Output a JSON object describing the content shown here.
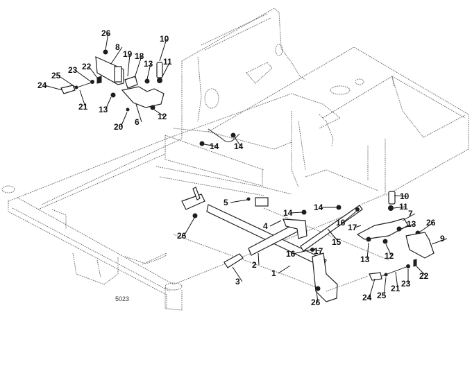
{
  "diagram": {
    "type": "exploded parts diagram",
    "figure_code": "5023",
    "callouts": [
      {
        "id": "c26a",
        "label": "26",
        "group": "left-control-bracket"
      },
      {
        "id": "c8",
        "label": "8",
        "group": "left-control-bracket"
      },
      {
        "id": "c10a",
        "label": "10",
        "group": "left-control-bracket"
      },
      {
        "id": "c19",
        "label": "19",
        "group": "left-control-bracket"
      },
      {
        "id": "c18",
        "label": "18",
        "group": "left-control-bracket"
      },
      {
        "id": "c13a",
        "label": "13",
        "group": "left-control-bracket"
      },
      {
        "id": "c11a",
        "label": "11",
        "group": "left-control-bracket"
      },
      {
        "id": "c23a",
        "label": "23",
        "group": "left-control-bracket"
      },
      {
        "id": "c22a",
        "label": "22",
        "group": "left-control-bracket"
      },
      {
        "id": "c25a",
        "label": "25",
        "group": "left-control-bracket"
      },
      {
        "id": "c24a",
        "label": "24",
        "group": "left-control-bracket"
      },
      {
        "id": "c21a",
        "label": "21",
        "group": "left-control-bracket"
      },
      {
        "id": "c13b",
        "label": "13",
        "group": "left-control-bracket"
      },
      {
        "id": "c20",
        "label": "20",
        "group": "left-control-bracket"
      },
      {
        "id": "c6",
        "label": "6",
        "group": "left-control-bracket"
      },
      {
        "id": "c12a",
        "label": "12",
        "group": "left-control-bracket"
      },
      {
        "id": "c14a",
        "label": "14",
        "group": "frame"
      },
      {
        "id": "c14b",
        "label": "14",
        "group": "frame"
      },
      {
        "id": "c5",
        "label": "5",
        "group": "frame"
      },
      {
        "id": "c26b",
        "label": "26",
        "group": "frame"
      },
      {
        "id": "c14c",
        "label": "14",
        "group": "linkage"
      },
      {
        "id": "c14d",
        "label": "14",
        "group": "linkage"
      },
      {
        "id": "c4",
        "label": "4",
        "group": "linkage"
      },
      {
        "id": "c16a",
        "label": "16",
        "group": "linkage"
      },
      {
        "id": "c15",
        "label": "15",
        "group": "linkage"
      },
      {
        "id": "c16b",
        "label": "16",
        "group": "linkage"
      },
      {
        "id": "c17a",
        "label": "17",
        "group": "linkage"
      },
      {
        "id": "c2",
        "label": "2",
        "group": "linkage"
      },
      {
        "id": "c3",
        "label": "3",
        "group": "linkage"
      },
      {
        "id": "c1",
        "label": "1",
        "group": "linkage"
      },
      {
        "id": "c26c",
        "label": "26",
        "group": "linkage"
      },
      {
        "id": "c10b",
        "label": "10",
        "group": "right-control-bracket"
      },
      {
        "id": "c11b",
        "label": "11",
        "group": "right-control-bracket"
      },
      {
        "id": "c7",
        "label": "7",
        "group": "right-control-bracket"
      },
      {
        "id": "c17b",
        "label": "17",
        "group": "right-control-bracket"
      },
      {
        "id": "c13c",
        "label": "13",
        "group": "right-control-bracket"
      },
      {
        "id": "c26d",
        "label": "26",
        "group": "right-control-bracket"
      },
      {
        "id": "c9",
        "label": "9",
        "group": "right-control-bracket"
      },
      {
        "id": "c13d",
        "label": "13",
        "group": "right-control-bracket"
      },
      {
        "id": "c12b",
        "label": "12",
        "group": "right-control-bracket"
      },
      {
        "id": "c22b",
        "label": "22",
        "group": "right-control-bracket"
      },
      {
        "id": "c23b",
        "label": "23",
        "group": "right-control-bracket"
      },
      {
        "id": "c21b",
        "label": "21",
        "group": "right-control-bracket"
      },
      {
        "id": "c25b",
        "label": "25",
        "group": "right-control-bracket"
      },
      {
        "id": "c24b",
        "label": "24",
        "group": "right-control-bracket"
      }
    ]
  }
}
